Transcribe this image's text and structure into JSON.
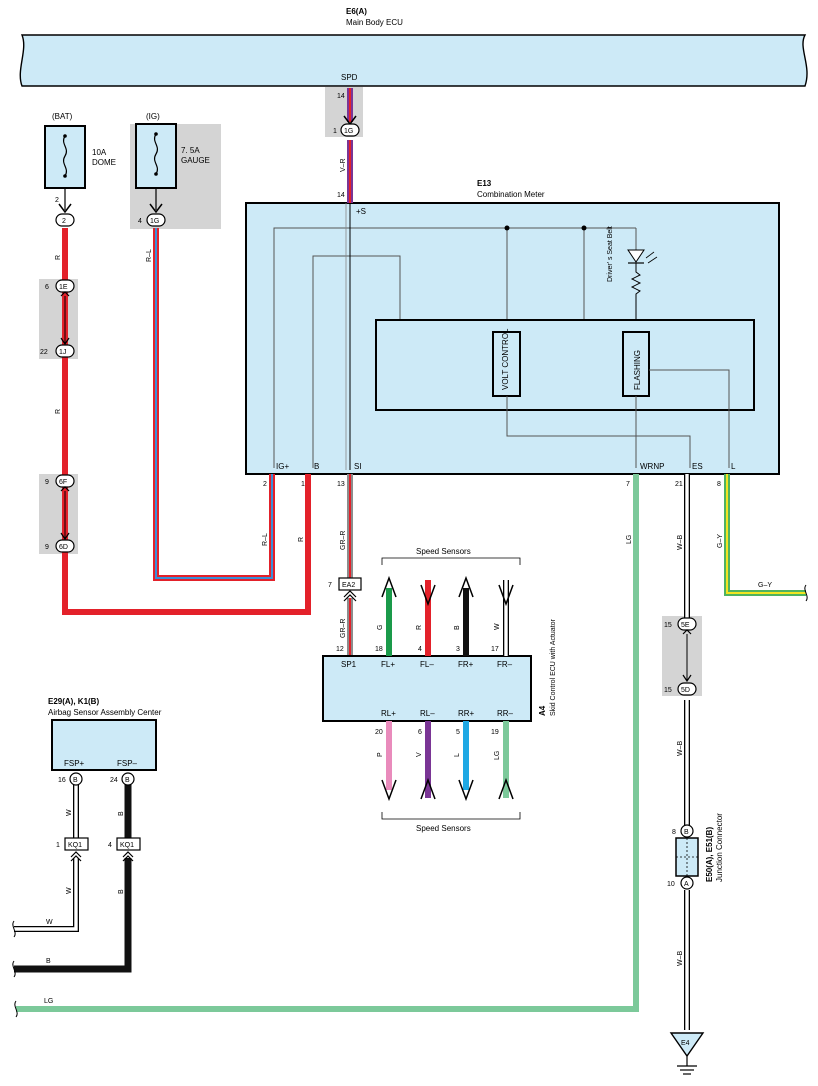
{
  "ecu_main": {
    "code": "E6(A)",
    "name": "Main Body ECU",
    "pin_label": "SPD",
    "pin_num": "14"
  },
  "spd_connector": {
    "pin": "1",
    "id": "1G",
    "wire": "V–R"
  },
  "bat_fuse": {
    "source": "(BAT)",
    "rating": "10A",
    "name": "DOME",
    "pin": "2",
    "conn": "2"
  },
  "ig_fuse": {
    "source": "(IG)",
    "rating": "7. 5A",
    "name": "GAUGE",
    "pin": "4",
    "conn": "1G"
  },
  "meter": {
    "code": "E13",
    "name": "Combination Meter",
    "pin_top_num": "14",
    "pin_top_label": "+S",
    "seatbelt": "Driver' s Seat Belt",
    "volt_control": "VOLT CONTROL",
    "flashing": "FLASHING",
    "pins": [
      {
        "label": "IG+",
        "num": "2"
      },
      {
        "label": "B",
        "num": "1"
      },
      {
        "label": "SI",
        "num": "13"
      },
      {
        "label": "WRNP",
        "num": "7"
      },
      {
        "label": "ES",
        "num": "21"
      },
      {
        "label": "L",
        "num": "8"
      }
    ]
  },
  "red_connectors": [
    {
      "pin": "6",
      "id": "1E"
    },
    {
      "pin": "22",
      "id": "1J"
    },
    {
      "pin": "9",
      "id": "6F"
    },
    {
      "pin": "9",
      "id": "6D"
    }
  ],
  "wires": {
    "r": "R",
    "rl": "R–L",
    "grr": "GR–R",
    "lg": "LG",
    "wb": "W–B",
    "gy": "G–Y",
    "w": "W",
    "b": "B",
    "g": "G",
    "p": "P",
    "v": "V",
    "l": "L"
  },
  "ea2": {
    "pin": "7",
    "id": "EA2"
  },
  "skid": {
    "code": "A4",
    "name": "Skid Control ECU with Actuator",
    "sensors_label": "Speed Sensors",
    "top_pins": [
      {
        "label": "SP1",
        "num": "12"
      },
      {
        "label": "FL+",
        "num": "18"
      },
      {
        "label": "FL–",
        "num": "4"
      },
      {
        "label": "FR+",
        "num": "3"
      },
      {
        "label": "FR–",
        "num": "17"
      }
    ],
    "bottom_pins": [
      {
        "label": "RL+",
        "num": "20"
      },
      {
        "label": "RL–",
        "num": "6"
      },
      {
        "label": "RR+",
        "num": "5"
      },
      {
        "label": "RR–",
        "num": "19"
      }
    ]
  },
  "es_connectors": [
    {
      "pin": "15",
      "id": "5E"
    },
    {
      "pin": "15",
      "id": "5D"
    }
  ],
  "junction": {
    "code": "E50(A), E51(B)",
    "name": "Junction Connector",
    "top_pin": "8",
    "top_id": "B",
    "bot_pin": "10",
    "bot_id": "A"
  },
  "ground": {
    "id": "E4"
  },
  "airbag": {
    "code": "E29(A), K1(B)",
    "name": "Airbag Sensor Assembly Center",
    "pins": [
      {
        "label": "FSP+",
        "num": "16",
        "conn": "B"
      },
      {
        "label": "FSP–",
        "num": "24",
        "conn": "B"
      }
    ],
    "kq": [
      {
        "pin": "1",
        "id": "KQ1"
      },
      {
        "pin": "4",
        "id": "KQ1"
      }
    ]
  }
}
